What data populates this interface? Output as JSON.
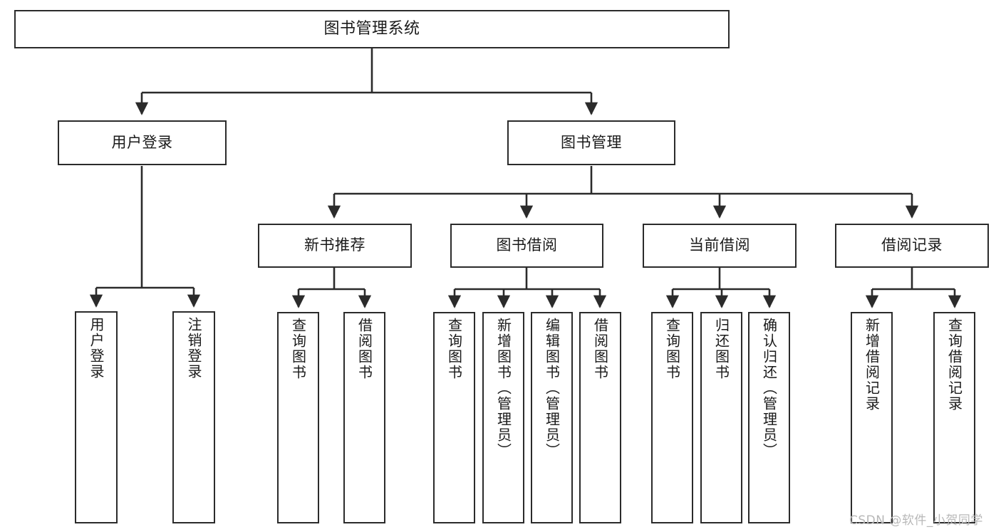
{
  "diagram": {
    "title": "图书管理系统",
    "type": "hierarchy-tree",
    "levels": 4,
    "root": {
      "id": "root",
      "label": "图书管理系统"
    },
    "level2": [
      {
        "id": "user-login",
        "label": "用户登录"
      },
      {
        "id": "book-manage",
        "label": "图书管理"
      }
    ],
    "level3": [
      {
        "id": "new-book-rec",
        "label": "新书推荐"
      },
      {
        "id": "book-borrow",
        "label": "图书借阅"
      },
      {
        "id": "current-borrow",
        "label": "当前借阅"
      },
      {
        "id": "borrow-record",
        "label": "借阅记录"
      }
    ],
    "leaves": {
      "user_login": [
        {
          "id": "leaf-user-login",
          "label": "用户登录"
        },
        {
          "id": "leaf-logout",
          "label": "注销登录"
        }
      ],
      "new_book_rec": [
        {
          "id": "leaf-query-book-1",
          "label": "查询图书"
        },
        {
          "id": "leaf-borrow-book-1",
          "label": "借阅图书"
        }
      ],
      "book_borrow": [
        {
          "id": "leaf-query-book-2",
          "label": "查询图书"
        },
        {
          "id": "leaf-add-book",
          "label": "新增图书（管理员）"
        },
        {
          "id": "leaf-edit-book",
          "label": "编辑图书（管理员）"
        },
        {
          "id": "leaf-borrow-book-2",
          "label": "借阅图书"
        }
      ],
      "current_borrow": [
        {
          "id": "leaf-query-book-3",
          "label": "查询图书"
        },
        {
          "id": "leaf-return-book",
          "label": "归还图书"
        },
        {
          "id": "leaf-confirm-return",
          "label": "确认归还（管理员）"
        }
      ],
      "borrow_record": [
        {
          "id": "leaf-add-record",
          "label": "新增借阅记录"
        },
        {
          "id": "leaf-query-record",
          "label": "查询借阅记录"
        }
      ]
    }
  },
  "watermark": {
    "text": "CSDN @软件_小贺同学"
  },
  "colors": {
    "background": "#ffffff",
    "border": "#2b2b2b",
    "text": "#1a1a1a",
    "edge": "#2b2b2b",
    "watermark": "#b8b8b8"
  }
}
